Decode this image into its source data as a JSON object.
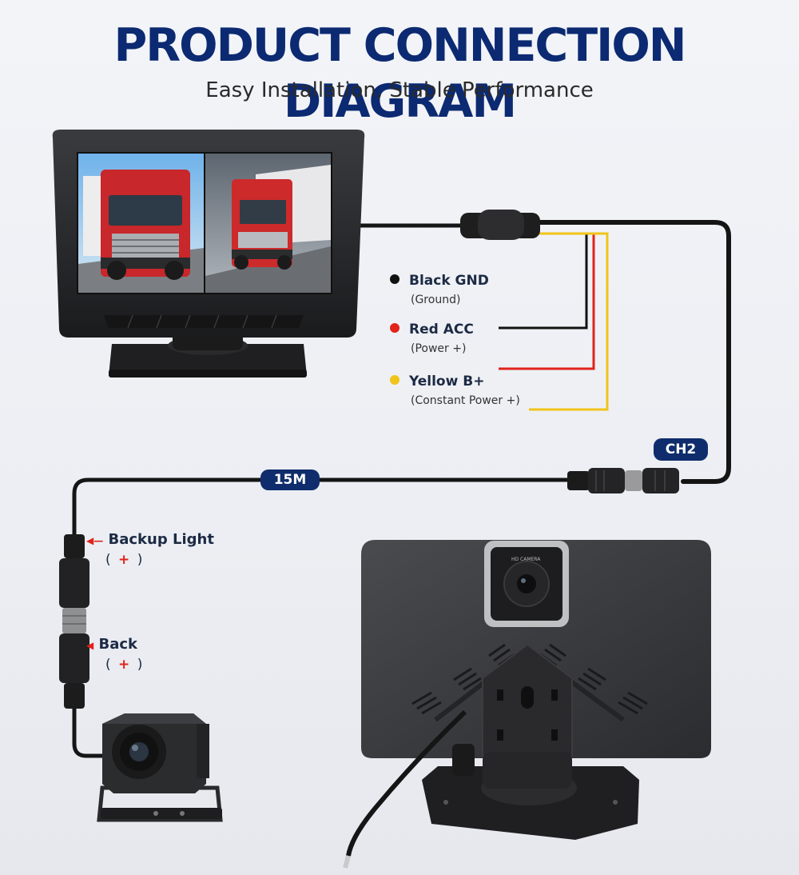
{
  "header": {
    "title": "PRODUCT CONNECTION DIAGRAM",
    "subtitle": "Easy Installation, Stable Performance"
  },
  "wires": [
    {
      "label": "Black GND",
      "sub": "(Ground)",
      "color": "#111111"
    },
    {
      "label": "Red ACC",
      "sub": "(Power +)",
      "color": "#e0231b"
    },
    {
      "label": "Yellow B+",
      "sub": "(Constant Power +)",
      "color": "#f0c419"
    }
  ],
  "badges": {
    "channel": "CH2",
    "cable_length": "15M"
  },
  "connectors": [
    {
      "label": "Backup Light",
      "sign": "+"
    },
    {
      "label": "Back",
      "sign": "+"
    }
  ],
  "camera_rear": {
    "badge_text": "HD CAMERA"
  },
  "colors": {
    "title": "#0c2a72",
    "badge": "#0f2d6c",
    "accent_red": "#e0231b"
  }
}
